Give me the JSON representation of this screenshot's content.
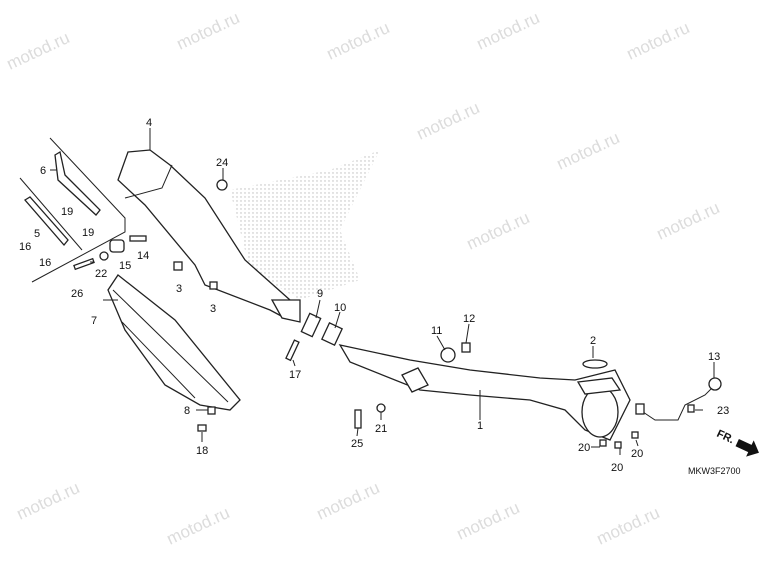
{
  "watermark": "motod.ru",
  "diagram_code": "MKW3F2700",
  "direction_label": "FR.",
  "callouts": {
    "c1": "1",
    "c2": "2",
    "c3a": "3",
    "c3b": "3",
    "c4": "4",
    "c5": "5",
    "c6": "6",
    "c7": "7",
    "c8": "8",
    "c9": "9",
    "c10": "10",
    "c11": "11",
    "c12": "12",
    "c13": "13",
    "c14": "14",
    "c15": "15",
    "c16a": "16",
    "c16b": "16",
    "c17": "17",
    "c18": "18",
    "c19a": "19",
    "c19b": "19",
    "c20a": "20",
    "c20b": "20",
    "c20c": "20",
    "c21": "21",
    "c22": "22",
    "c23": "23",
    "c24": "24",
    "c25": "25",
    "c26": "26"
  }
}
